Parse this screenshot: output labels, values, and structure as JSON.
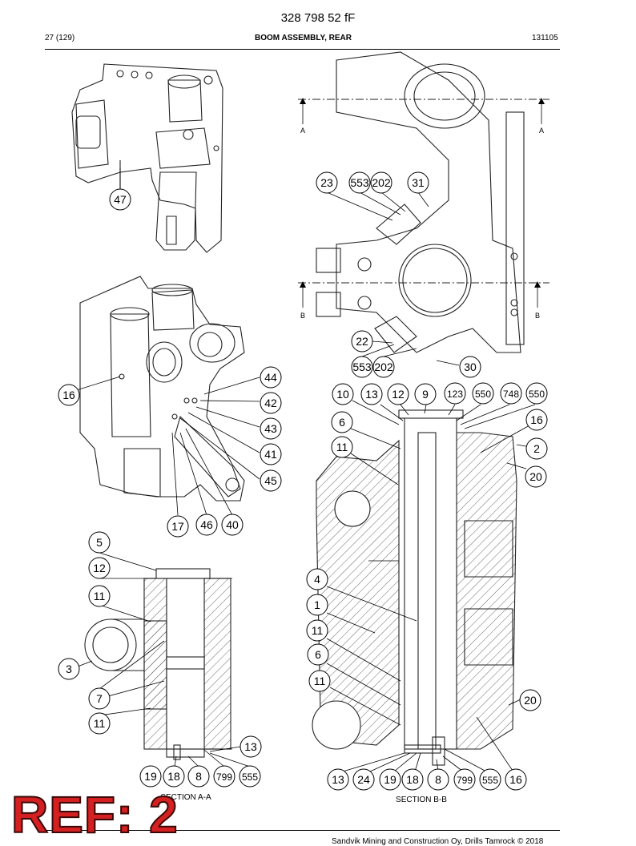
{
  "header": {
    "doc_number": "328 798 52 fF",
    "page": "27 (129)",
    "title": "BOOM ASSEMBLY, REAR",
    "date_code": "131105"
  },
  "footer": {
    "copyright": "Sandvik Mining and Construction Oy, Drills Tamrock © 2018"
  },
  "overlay": {
    "ref_label": "REF: 2"
  },
  "sections": {
    "a_marker": "A",
    "b_marker": "B",
    "section_aa": "SECTION A-A",
    "section_bb": "SECTION B-B"
  },
  "callouts": {
    "iso1": [
      "47"
    ],
    "top_right": [
      "23",
      "553",
      "202",
      "31",
      "22",
      "553",
      "202",
      "30"
    ],
    "iso2": [
      "44",
      "16",
      "42",
      "43",
      "41",
      "45",
      "17",
      "46",
      "40"
    ],
    "section_aa": [
      "5",
      "12",
      "11",
      "3",
      "7",
      "11",
      "13",
      "19",
      "18",
      "8",
      "799",
      "555"
    ],
    "section_bb": [
      "10",
      "13",
      "12",
      "9",
      "123",
      "550",
      "748",
      "550",
      "6",
      "16",
      "11",
      "2",
      "20",
      "4",
      "1",
      "11",
      "6",
      "11",
      "20",
      "13",
      "24",
      "19",
      "18",
      "8",
      "799",
      "555",
      "16"
    ]
  }
}
